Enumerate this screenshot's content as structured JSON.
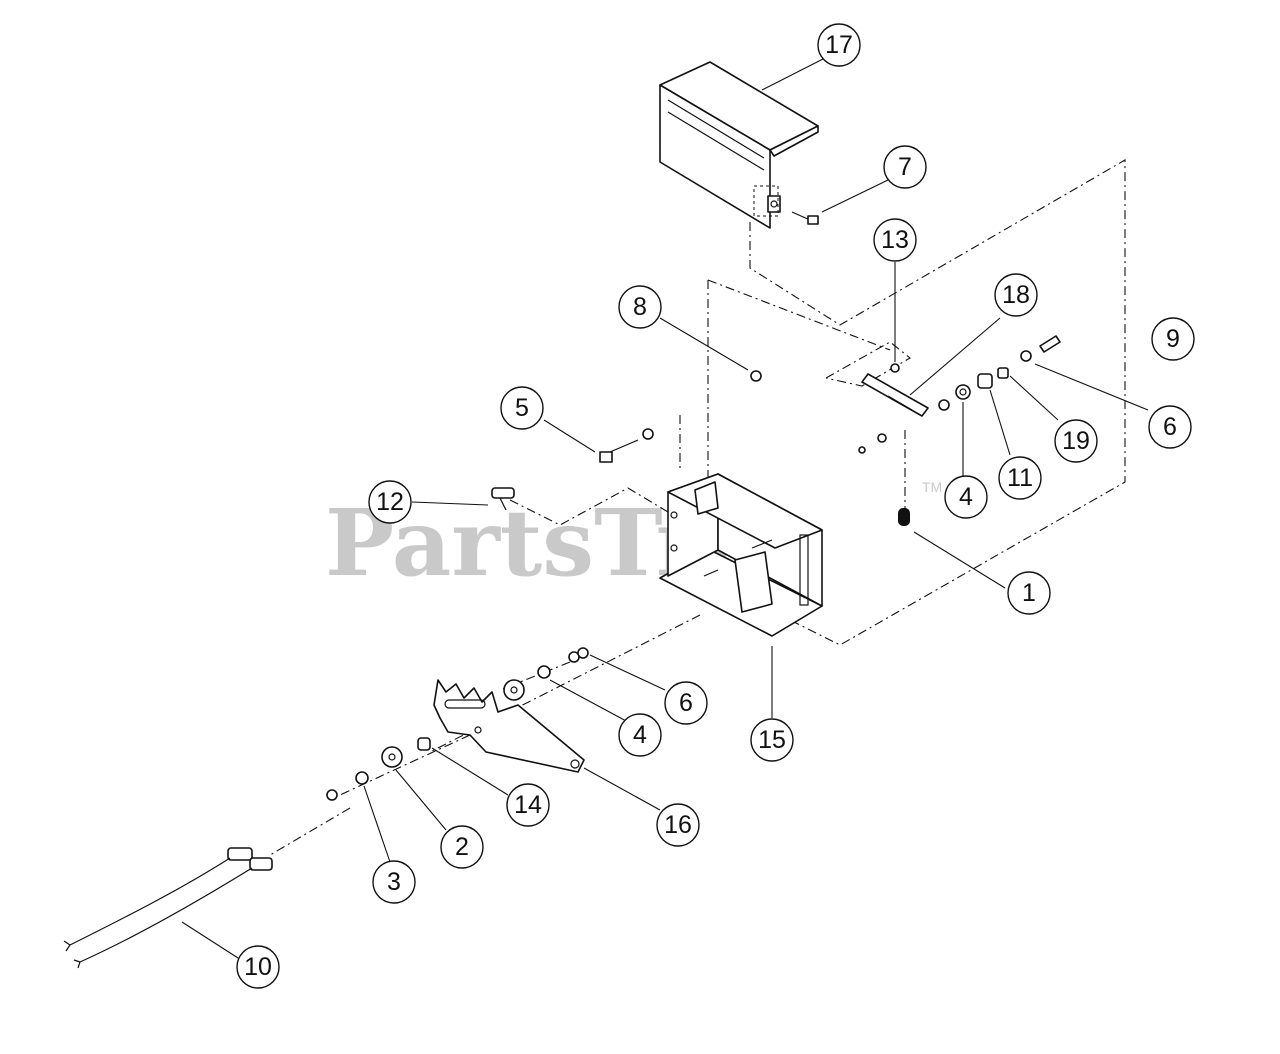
{
  "watermark": {
    "text": "PartsTree",
    "tm": "TM"
  },
  "callouts": {
    "c1": "1",
    "c2": "2",
    "c3": "3",
    "c4a": "4",
    "c4b": "4",
    "c5": "5",
    "c6a": "6",
    "c6b": "6",
    "c7": "7",
    "c8": "8",
    "c9": "9",
    "c10": "10",
    "c11": "11",
    "c12": "12",
    "c13": "13",
    "c14": "14",
    "c15": "15",
    "c16": "16",
    "c17": "17",
    "c18": "18",
    "c19": "19"
  },
  "colors": {
    "line": "#111111",
    "watermark": "#c9c9c9",
    "background": "#ffffff"
  }
}
